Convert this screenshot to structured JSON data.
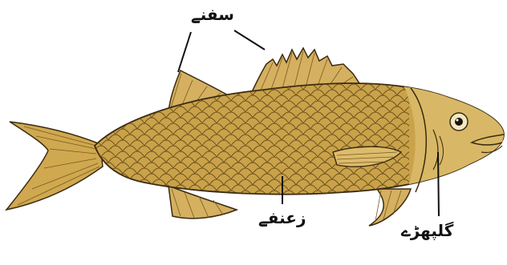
{
  "labels": {
    "fins": "سفنے",
    "scales": "زعنفے",
    "gills": "گلپھڑے"
  },
  "colors": {
    "body": "#c9a24a",
    "body_light": "#d8b866",
    "outline": "#3a2a10",
    "fin": "#d4b060",
    "leader": "#111111"
  }
}
